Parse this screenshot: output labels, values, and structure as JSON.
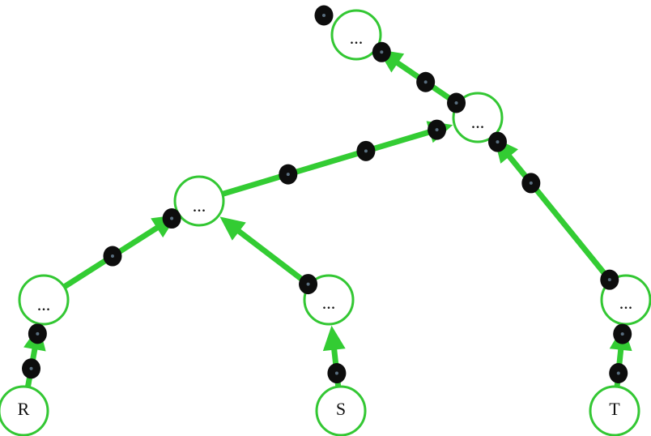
{
  "colors": {
    "edge": "#33cc33",
    "node_stroke": "#33c733",
    "dot": "#0d0d0d",
    "background": "#ffffff"
  },
  "nodes": [
    {
      "id": "root",
      "label": "..."
    },
    {
      "id": "n1",
      "label": "..."
    },
    {
      "id": "n2",
      "label": "..."
    },
    {
      "id": "n3",
      "label": "..."
    },
    {
      "id": "n4",
      "label": "..."
    },
    {
      "id": "n5",
      "label": "..."
    },
    {
      "id": "R",
      "label": "R"
    },
    {
      "id": "S",
      "label": "S"
    },
    {
      "id": "T",
      "label": "T"
    }
  ],
  "edges": [
    {
      "from": "R",
      "to": "n3"
    },
    {
      "from": "S",
      "to": "n4"
    },
    {
      "from": "T",
      "to": "n5"
    },
    {
      "from": "n3",
      "to": "n2"
    },
    {
      "from": "n4",
      "to": "n2"
    },
    {
      "from": "n2",
      "to": "n1"
    },
    {
      "from": "n5",
      "to": "n1"
    },
    {
      "from": "n1",
      "to": "root"
    }
  ]
}
